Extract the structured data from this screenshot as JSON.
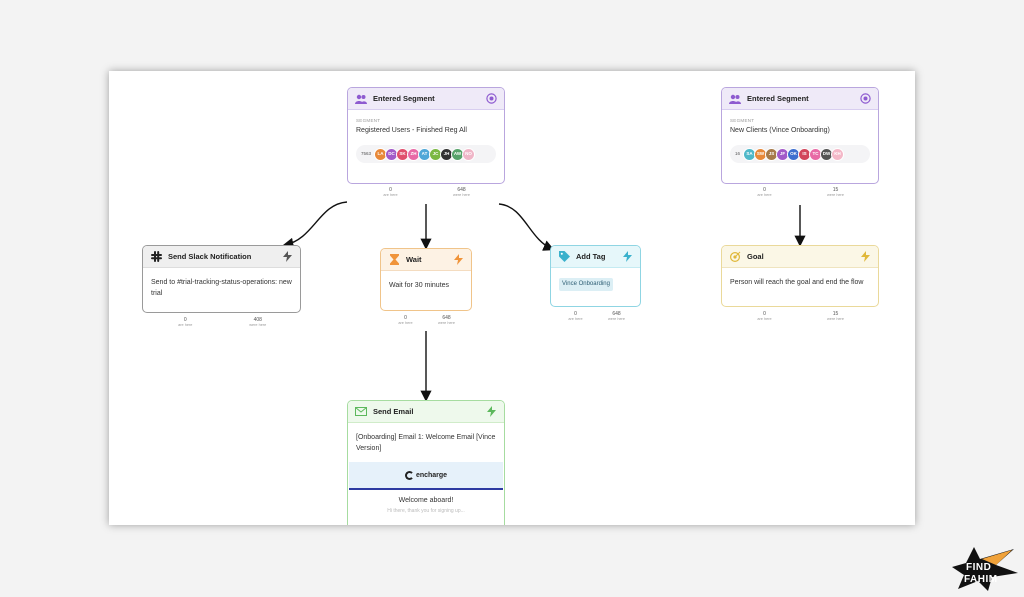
{
  "nodes": {
    "segment1": {
      "title": "Entered Segment",
      "caption": "SEGMENT",
      "name": "Registered Users - Finished Reg All",
      "count": "7563",
      "avatars": [
        {
          "initials": "LA",
          "color": "#e8893a"
        },
        {
          "initials": "DC",
          "color": "#a25bc9"
        },
        {
          "initials": "SK",
          "color": "#e04f6c"
        },
        {
          "initials": "ZH",
          "color": "#e86aa6"
        },
        {
          "initials": "AT",
          "color": "#4fa7d8"
        },
        {
          "initials": "JC",
          "color": "#7bb843"
        },
        {
          "initials": "JH",
          "color": "#333333"
        },
        {
          "initials": "AW",
          "color": "#57a36a"
        },
        {
          "initials": "NO",
          "color": "#f0b6c8"
        }
      ],
      "stats": [
        {
          "value": "0",
          "label": "are here"
        },
        {
          "value": "648",
          "label": "were here"
        }
      ]
    },
    "segment2": {
      "title": "Entered Segment",
      "caption": "SEGMENT",
      "name": "New Clients (Vince Onboarding)",
      "count": "16",
      "avatars": [
        {
          "initials": "SA",
          "color": "#4fb8c9"
        },
        {
          "initials": "SW",
          "color": "#e8893a"
        },
        {
          "initials": "JS",
          "color": "#a67a4a"
        },
        {
          "initials": "JF",
          "color": "#a25bc9"
        },
        {
          "initials": "OK",
          "color": "#3e6fcf"
        },
        {
          "initials": "IS",
          "color": "#d2455a"
        },
        {
          "initials": "TC",
          "color": "#e86aa6"
        },
        {
          "initials": "DW",
          "color": "#555555"
        },
        {
          "initials": "KH",
          "color": "#f4b8c8"
        }
      ],
      "stats": [
        {
          "value": "0",
          "label": "are here"
        },
        {
          "value": "15",
          "label": "were here"
        }
      ]
    },
    "slack": {
      "title": "Send Slack Notification",
      "text": "Send to #trial-tracking-status-operations: new trial",
      "stats": [
        {
          "value": "0",
          "label": "are here"
        },
        {
          "value": "408",
          "label": "were here"
        }
      ]
    },
    "wait": {
      "title": "Wait",
      "text": "Wait for 30 minutes",
      "stats": [
        {
          "value": "0",
          "label": "are here"
        },
        {
          "value": "648",
          "label": "were here"
        }
      ]
    },
    "tag": {
      "title": "Add Tag",
      "tag": "Vince Onboarding",
      "stats": [
        {
          "value": "0",
          "label": "are here"
        },
        {
          "value": "648",
          "label": "were here"
        }
      ]
    },
    "goal": {
      "title": "Goal",
      "text": "Person will reach the goal and end the flow",
      "stats": [
        {
          "value": "0",
          "label": "are here"
        },
        {
          "value": "15",
          "label": "were here"
        }
      ]
    },
    "email": {
      "title": "Send Email",
      "subject": "[Onboarding] Email 1: Welcome Email [Vince Version]",
      "brand": "encharge",
      "welcome": "Welcome aboard!",
      "faded": "Hi there, thank you for signing up..."
    }
  },
  "watermark": {
    "line1": "FIND",
    "line2": "FAHIM"
  },
  "colors": {
    "segment": "#8e5bd0",
    "slack": "#222222",
    "wait": "#f0943a",
    "tag": "#3ab1cc",
    "goal": "#e0b83a",
    "email": "#5cb85c"
  }
}
